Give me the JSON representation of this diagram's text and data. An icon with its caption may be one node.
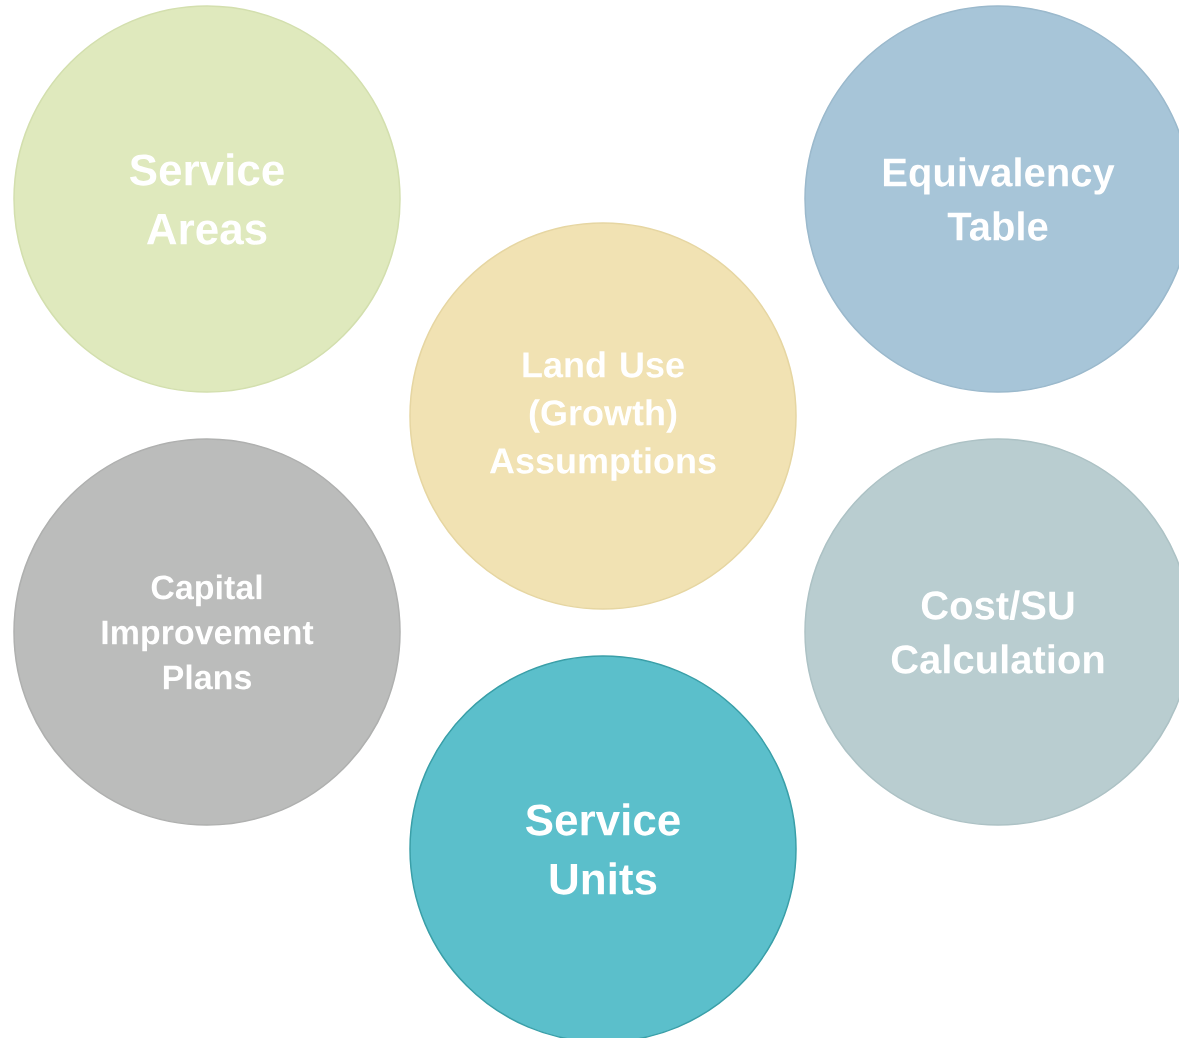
{
  "diagram": {
    "nodes": [
      {
        "text": [
          "Service Areas"
        ]
      },
      {
        "text": [
          "Equivalency Table"
        ]
      },
      {
        "text": [
          "Land Use (Growth) Assumptions"
        ]
      },
      {
        "text": [
          "Capital Improvement Plans"
        ]
      },
      {
        "text": [
          "Cost/SU Calculation"
        ]
      },
      {
        "text": [
          "Service Units"
        ]
      }
    ]
  }
}
